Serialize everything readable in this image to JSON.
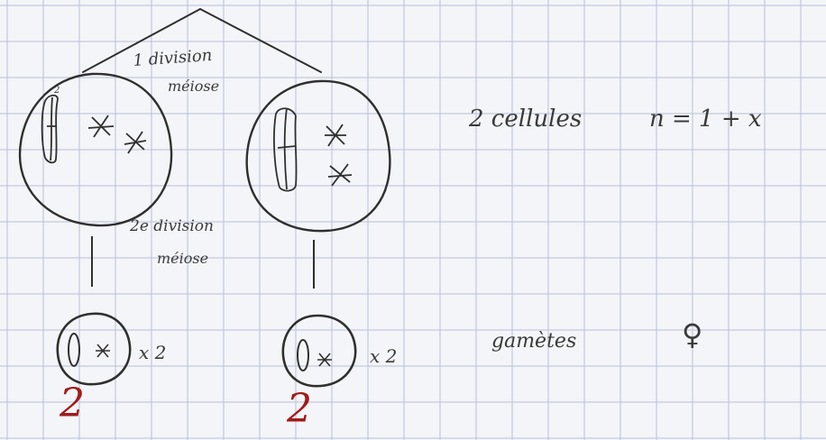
{
  "colors": {
    "paper": "#f4f5f8",
    "grid": "#b8c0d8",
    "ink": "#2f2f2f",
    "red_ink": "#a11b1b"
  },
  "labels": {
    "division1_line1": "1 division",
    "division1_line2": "méiose",
    "division2_line1": "2e division",
    "division2_line2": "méiose",
    "cells_result": "2 cellules",
    "formula": "n = 1 + x",
    "times_left": "x 2",
    "times_right": "x 2",
    "gametes": "gamètes",
    "female_symbol": "♀",
    "mark_left": "2",
    "mark_right": "2",
    "chromosome_tag": "2"
  }
}
